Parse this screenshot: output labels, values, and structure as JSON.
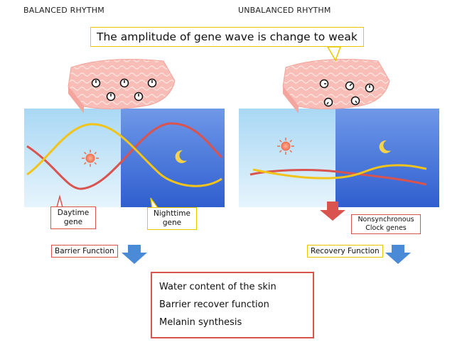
{
  "left_panel": {
    "header": "BALANCED RHYTHM",
    "daytime_label_line1": "Daytime",
    "daytime_label_line2": "gene",
    "nighttime_label_line1": "Nighttime",
    "nighttime_label_line2": "gene",
    "function_label": "Barrier Function"
  },
  "right_panel": {
    "header": "UNBALANCED RHYTHM",
    "callout": "The amplitude of gene wave is change to weak",
    "nonsync_line1": "Nonsynchronous",
    "nonsync_line2": "Clock genes",
    "function_label": "Recovery Function"
  },
  "summary": {
    "rows": [
      {
        "text": "Water content of the skin",
        "arrow": "down-blue-arrow-icon"
      },
      {
        "text": "Barrier recover function",
        "arrow": "down-blue-arrow-icon"
      },
      {
        "text": "Melanin synthesis",
        "arrow": "up-red-arrow-icon"
      }
    ]
  },
  "colors": {
    "day_sky": "#c6e6f8",
    "night_sky": "#3f6fd8",
    "daytime_gene": "#d9534f",
    "nighttime_gene": "#f2c31a",
    "down_arrow": "#4a8ad6",
    "up_arrow": "#d9534f",
    "skin": "#f6b3ad"
  }
}
